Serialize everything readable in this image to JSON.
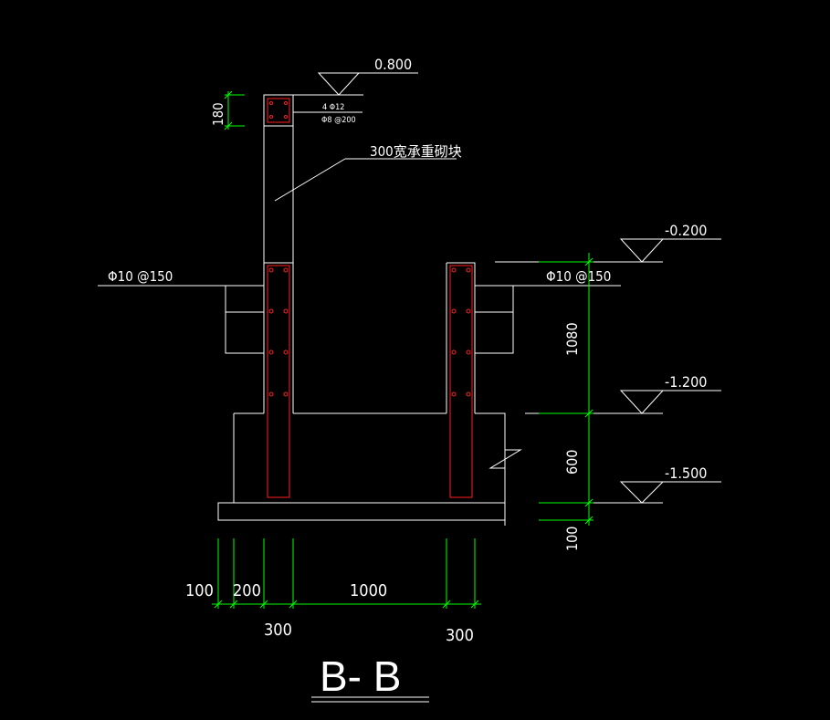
{
  "title": "B- B",
  "elevations": {
    "top": "0.800",
    "ground": "-0.200",
    "mid": "-1.200",
    "bottom": "-1.500"
  },
  "annotations": {
    "beam_main_rebar": "4 Φ12",
    "beam_stirrup": "Φ8 @200",
    "bearing_block": "300宽承重砌块",
    "rebar_left": "Φ10 @150",
    "rebar_right": "Φ10 @150"
  },
  "dimensions": {
    "beam_height": "180",
    "vertical": [
      "1080",
      "600",
      "100"
    ],
    "horizontal_upper": [
      "100",
      "200",
      "1000"
    ],
    "horizontal_lower": [
      "300",
      "300"
    ]
  },
  "colors": {
    "background": "#000000",
    "linework": "#ffffff",
    "dimension": "#00ff00",
    "rebar": "#ff2020"
  }
}
